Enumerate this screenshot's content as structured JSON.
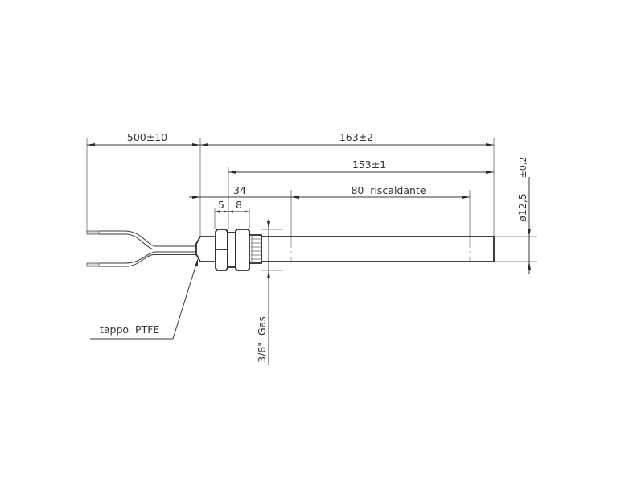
{
  "drawing": {
    "title": "Cartridge heater technical drawing",
    "dimensions": {
      "wire_length": "500±10",
      "total_length": "163±2",
      "sheath_length": "153±1",
      "fitting_to_heating": "34",
      "nut_width": "5",
      "thread_width": "8",
      "heating_zone": "80  riscaldante",
      "diameter": "ø12,5",
      "diameter_tolerance": "±0,2"
    },
    "callouts": {
      "ptfe_cap": "tappo  PTFE",
      "thread": "3/8\"  Gas"
    },
    "colors": {
      "line": "#2a2a2a",
      "text": "#333333",
      "background": "#ffffff"
    }
  }
}
